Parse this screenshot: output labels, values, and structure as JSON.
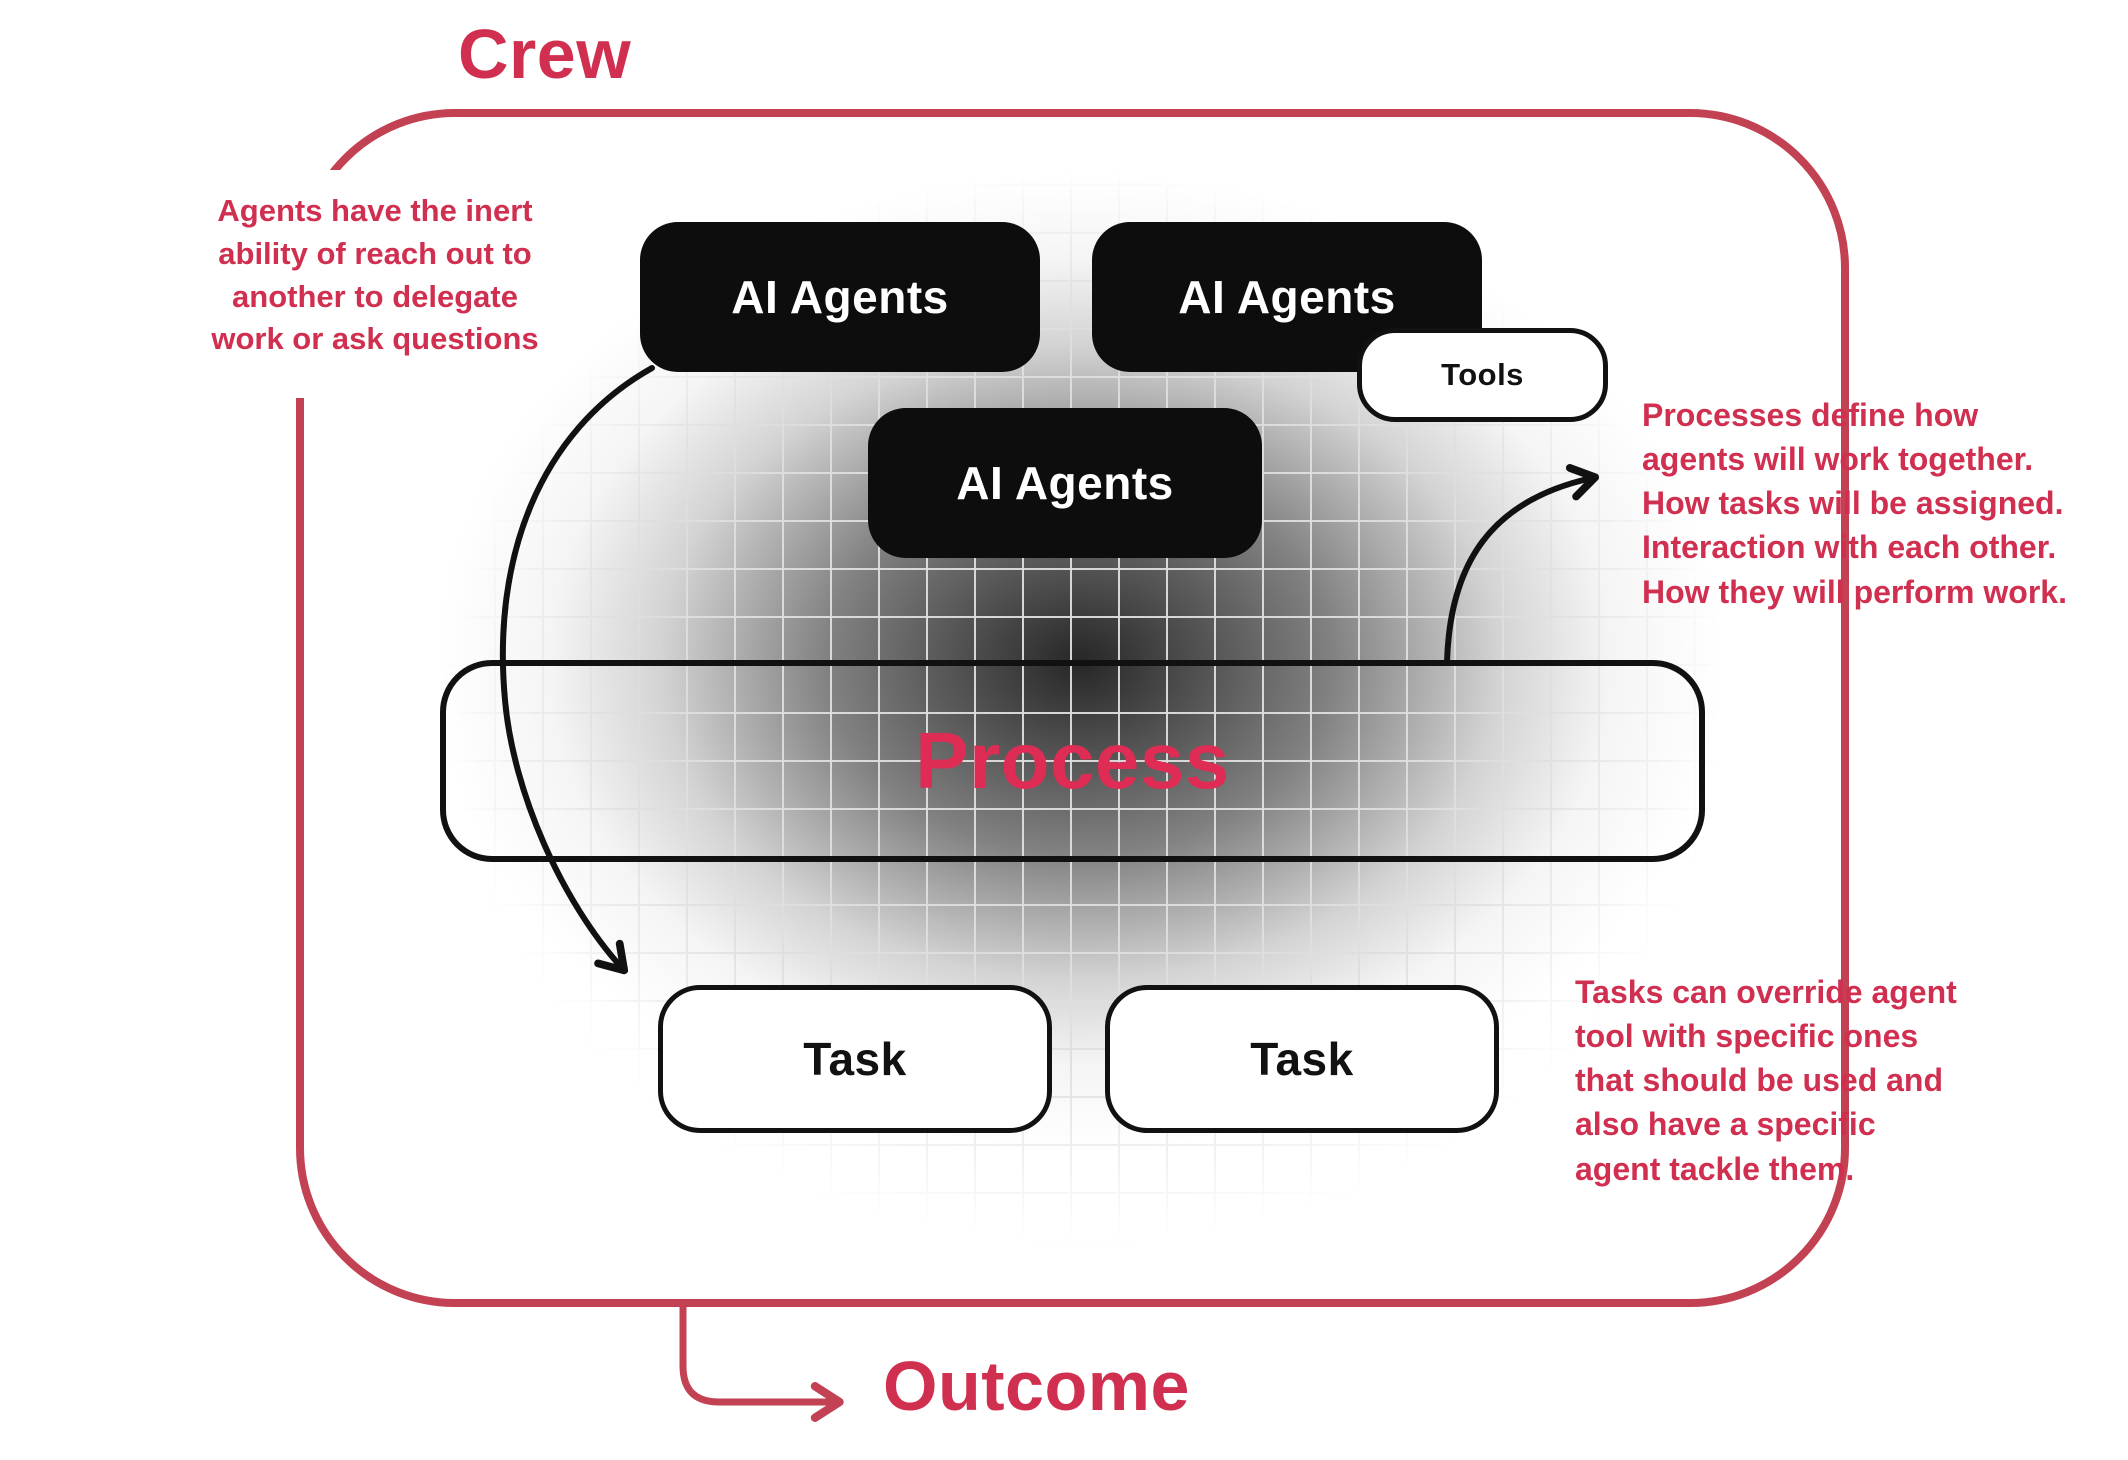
{
  "title": "Crew",
  "outcome_label": "Outcome",
  "nodes": {
    "agent_top_left": "AI Agents",
    "agent_top_right": "AI Agents",
    "agent_middle": "AI Agents",
    "tools": "Tools",
    "process": "Process",
    "task_left": "Task",
    "task_right": "Task"
  },
  "annotations": {
    "agents_note": "Agents have the inert\nability of reach out to\nanother to delegate\nwork or ask questions",
    "process_note": "Processes define how\nagents will work together.\nHow tasks will be assigned.\nInteraction with each other.\nHow they will perform work.",
    "tasks_note": "Tasks can override agent\ntool with specific ones\nthat should be used and\nalso have a specific\nagent tackle them."
  },
  "colors": {
    "crimson_text": "#d02f50",
    "border_red": "#c24152",
    "process_text": "#de2c55",
    "node_black": "#0d0d0d"
  }
}
